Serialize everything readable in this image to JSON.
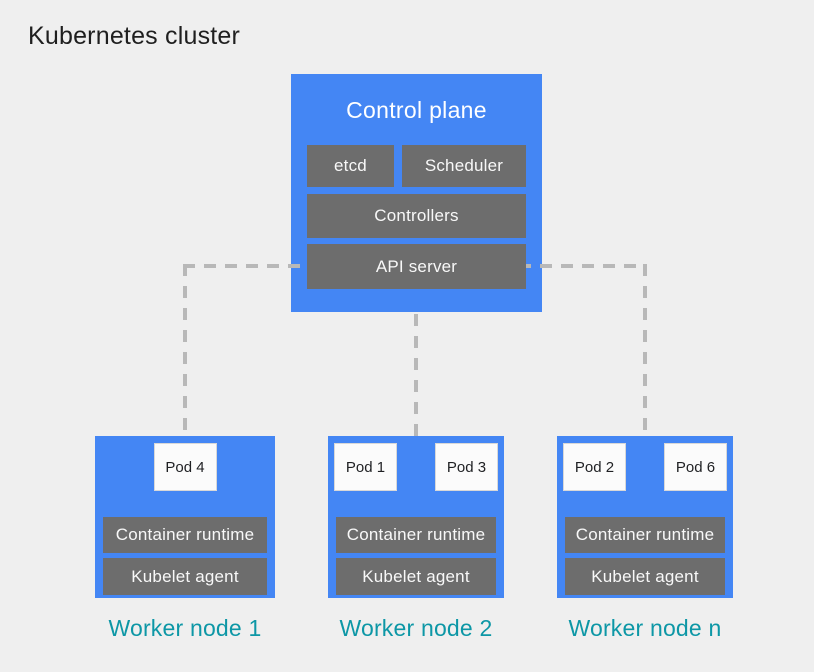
{
  "title": "Kubernetes cluster",
  "colors": {
    "node_blue": "#4486f4",
    "component_gray": "#6d6d6d",
    "connector_gray": "#b8b8b8",
    "label_teal": "#0d97a6",
    "background": "#efefef",
    "pod_white": "#fbfbfb"
  },
  "control_plane": {
    "title": "Control plane",
    "components": [
      "etcd",
      "Scheduler",
      "Controllers",
      "API server"
    ]
  },
  "worker_nodes": [
    {
      "label": "Worker node 1",
      "pods": [
        "Pod 4"
      ],
      "components": [
        "Container runtime",
        "Kubelet agent"
      ]
    },
    {
      "label": "Worker node 2",
      "pods": [
        "Pod 1",
        "Pod 3"
      ],
      "components": [
        "Container runtime",
        "Kubelet agent"
      ]
    },
    {
      "label": "Worker node n",
      "pods": [
        "Pod 2",
        "Pod 6"
      ],
      "components": [
        "Container runtime",
        "Kubelet agent"
      ]
    }
  ]
}
